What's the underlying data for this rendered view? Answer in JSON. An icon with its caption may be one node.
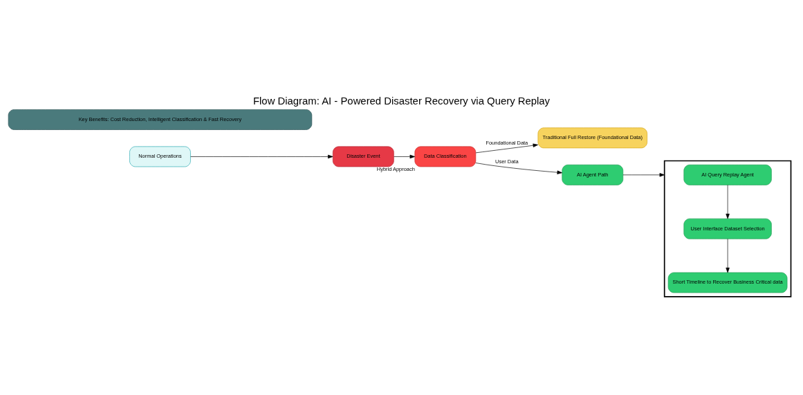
{
  "diagram": {
    "title": "Flow Diagram: AI - Powered Disaster Recovery via Query Replay",
    "nodes": [
      {
        "text": [
          "Normal Operations"
        ]
      },
      {
        "text": [
          "Disaster Event"
        ]
      },
      {
        "text": [
          "Data Classification"
        ],
        "beside": [
          "Hybrid Approach"
        ]
      },
      {
        "text": [
          "Traditional Full Restore (Foundational Data)"
        ]
      },
      {
        "text": [
          "AI Agent Path"
        ]
      },
      {
        "text": [],
        "shape": "box"
      },
      {
        "text": [
          "AI Query Replay Agent"
        ],
        "in": 5
      },
      {
        "text": [
          "User Interface Dataset Selection"
        ],
        "in": 5
      },
      {
        "text": [
          "Short Timeline to Recover Business Critical data"
        ],
        "in": 5
      },
      {
        "text": [
          "Key Benefits: Cost Reduction, Intelligent Classification & Fast Recovery"
        ]
      }
    ],
    "edges": [
      {
        "from": 0,
        "to": 1,
        "arrow": "to"
      },
      {
        "from": 1,
        "to": 2,
        "arrow": "to"
      },
      {
        "from": 2,
        "to": 3,
        "arrow": "to",
        "label": "Foundational Data"
      },
      {
        "from": 2,
        "to": 4,
        "arrow": "to",
        "label": "User Data"
      },
      {
        "from": 4,
        "to": 5,
        "arrow": "to"
      },
      {
        "from": 6,
        "to": 7,
        "arrow": "to"
      },
      {
        "from": 7,
        "to": 8,
        "arrow": "to"
      }
    ]
  }
}
